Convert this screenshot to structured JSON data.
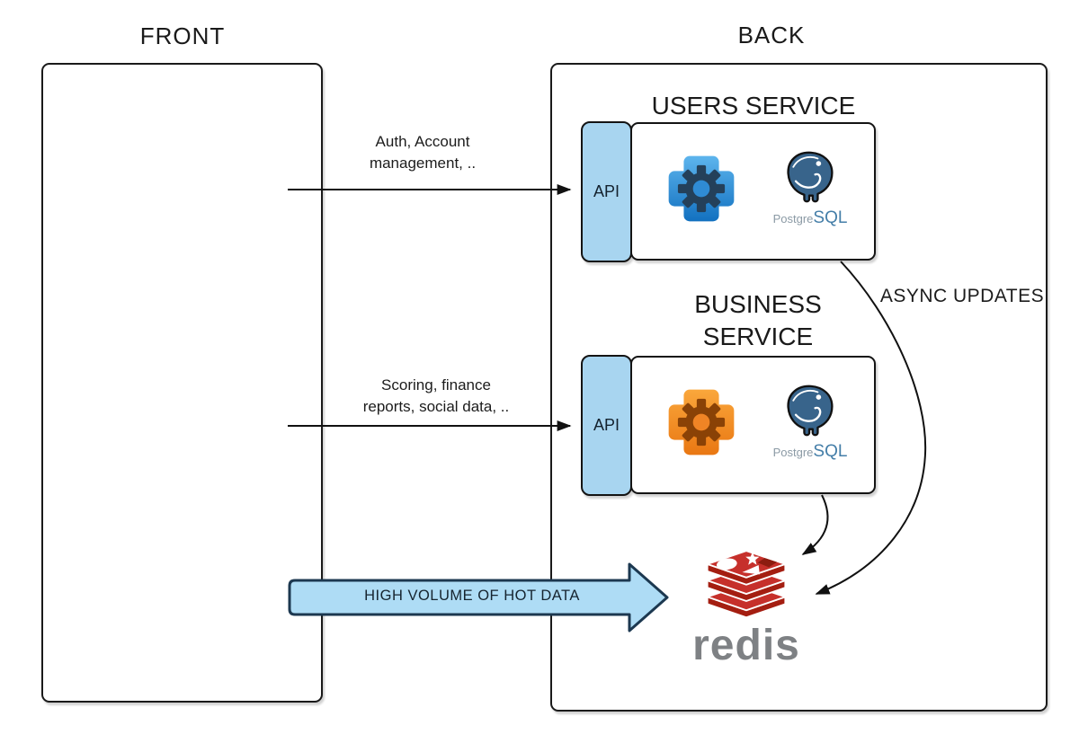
{
  "titles": {
    "front": "FRONT",
    "back": "BACK"
  },
  "users_service": {
    "title": "USERS SERVICE",
    "api_label": "API",
    "gear_icon": "blue-gear-icon",
    "gear_colors": {
      "badge_top": "#62b9f0",
      "badge_bottom": "#0d6cbd",
      "gear": "#24405a",
      "hub": "#2f8bd4"
    },
    "database": {
      "icon": "postgresql-elephant-icon",
      "name_prefix": "Postgre",
      "name_suffix": "SQL"
    }
  },
  "business_service": {
    "title_line1": "BUSINESS",
    "title_line2": "SERVICE",
    "api_label": "API",
    "gear_icon": "orange-gear-icon",
    "gear_colors": {
      "badge_top": "#fbaa3e",
      "badge_bottom": "#e87410",
      "gear": "#8a4206",
      "hub": "#f08425"
    },
    "database": {
      "icon": "postgresql-elephant-icon",
      "name_prefix": "Postgre",
      "name_suffix": "SQL"
    }
  },
  "connections": {
    "front_to_users": {
      "label_line1": "Auth, Account",
      "label_line2": "management, .."
    },
    "front_to_business": {
      "label_line1": "Scoring, finance",
      "label_line2": "reports, social data, .."
    },
    "async_updates": {
      "label": "ASYNC UPDATES"
    },
    "hot_data": {
      "label": "HIGH VOLUME OF HOT DATA",
      "fill": "#aedcf5",
      "stroke": "#1c3850"
    }
  },
  "redis": {
    "label": "redis",
    "icon": "redis-stack-icon",
    "red": "#c6302b",
    "dark_red": "#a41e11",
    "hole_red": "#8c1c10",
    "text_color": "#7e8184"
  },
  "postgres_colors": {
    "body": "#38648b",
    "text_gray": "#8b9aa5",
    "text_blue": "#447ea8"
  },
  "api_fill": "#a8d5f0"
}
